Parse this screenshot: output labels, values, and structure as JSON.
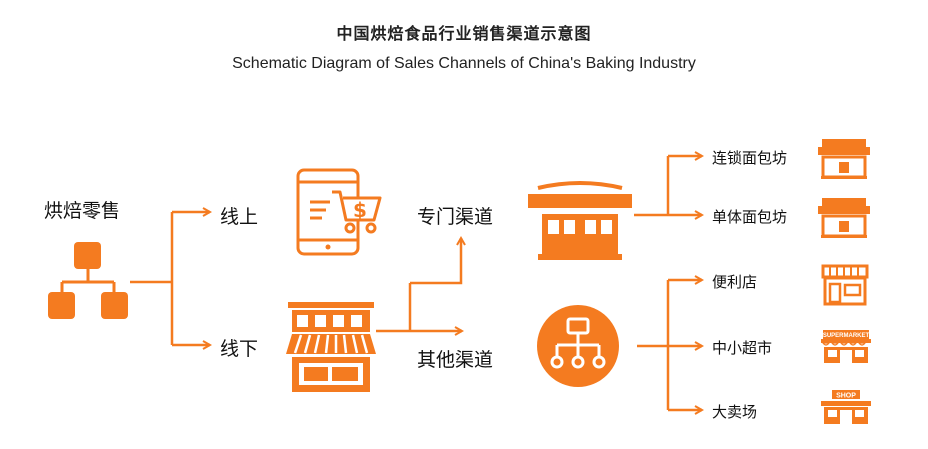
{
  "title": {
    "cn": "中国烘焙食品行业销售渠道示意图",
    "en": "Schematic Diagram of Sales Channels of China's Baking Industry"
  },
  "nodes": {
    "root": "烘焙零售",
    "online": "线上",
    "offline": "线下",
    "specialty_channel": "专门渠道",
    "other_channel": "其他渠道",
    "chain_bakery": "连锁面包坊",
    "single_bakery": "单体面包坊",
    "convenience_store": "便利店",
    "small_supermarket": "中小超市",
    "hypermarket": "大卖场"
  },
  "icon_text": {
    "supermarket_sign": "SUPERMARKET",
    "shop_sign": "SHOP"
  },
  "colors": {
    "accent": "#F47B20",
    "text": "#111111",
    "title": "#222222"
  },
  "icons": [
    "hierarchy-icon",
    "mobile-shopping-icon",
    "shop-awning-icon",
    "market-stall-icon",
    "org-chart-circle-icon",
    "bakery-shop-icon",
    "convenience-store-icon",
    "supermarket-icon",
    "shop-building-icon"
  ]
}
